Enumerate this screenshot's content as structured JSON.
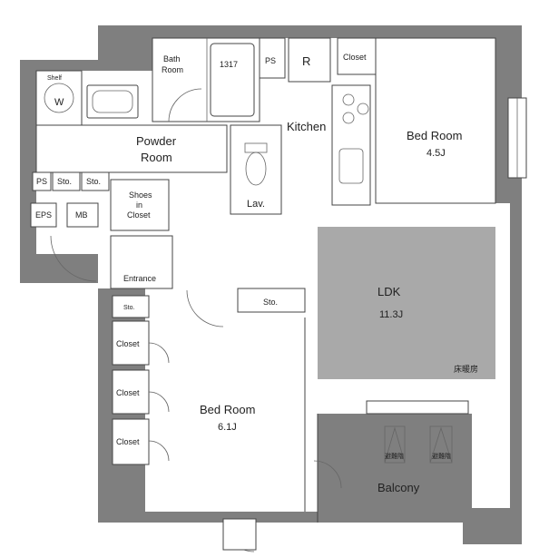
{
  "rooms": {
    "shelf": "Shelf",
    "washer": "W",
    "bath_room": [
      "Bath",
      "Room"
    ],
    "tub_size": "1317",
    "ps_top": "PS",
    "fridge": "R",
    "closet_top": "Closet",
    "kitchen": "Kitchen",
    "bed_room_1": "Bed Room",
    "bed_room_1_size": "4.5J",
    "powder_room": [
      "Powder",
      "Room"
    ],
    "ps_left": "PS",
    "sto_left_1": "Sto.",
    "sto_left_2": "Sto.",
    "shoes_closet": [
      "Shoes",
      "in",
      "Closet"
    ],
    "lav": "Lav.",
    "eps": "EPS",
    "mb": "MB",
    "entrance": "Entrance",
    "sto_mid": "Sto.",
    "ldk": "LDK",
    "ldk_size": "11.3J",
    "floor_heating": "床暖房",
    "sto_bed2": "Sto.",
    "closet_a": "Closet",
    "closet_b": "Closet",
    "closet_c": "Closet",
    "bed_room_2": "Bed Room",
    "bed_room_2_size": "6.1J",
    "ladder_1": "避難階",
    "ladder_2": "避難階",
    "balcony": "Balcony"
  },
  "colors": {
    "wall": "#7f7f7f",
    "floor_heating": "#a9a9a9"
  }
}
